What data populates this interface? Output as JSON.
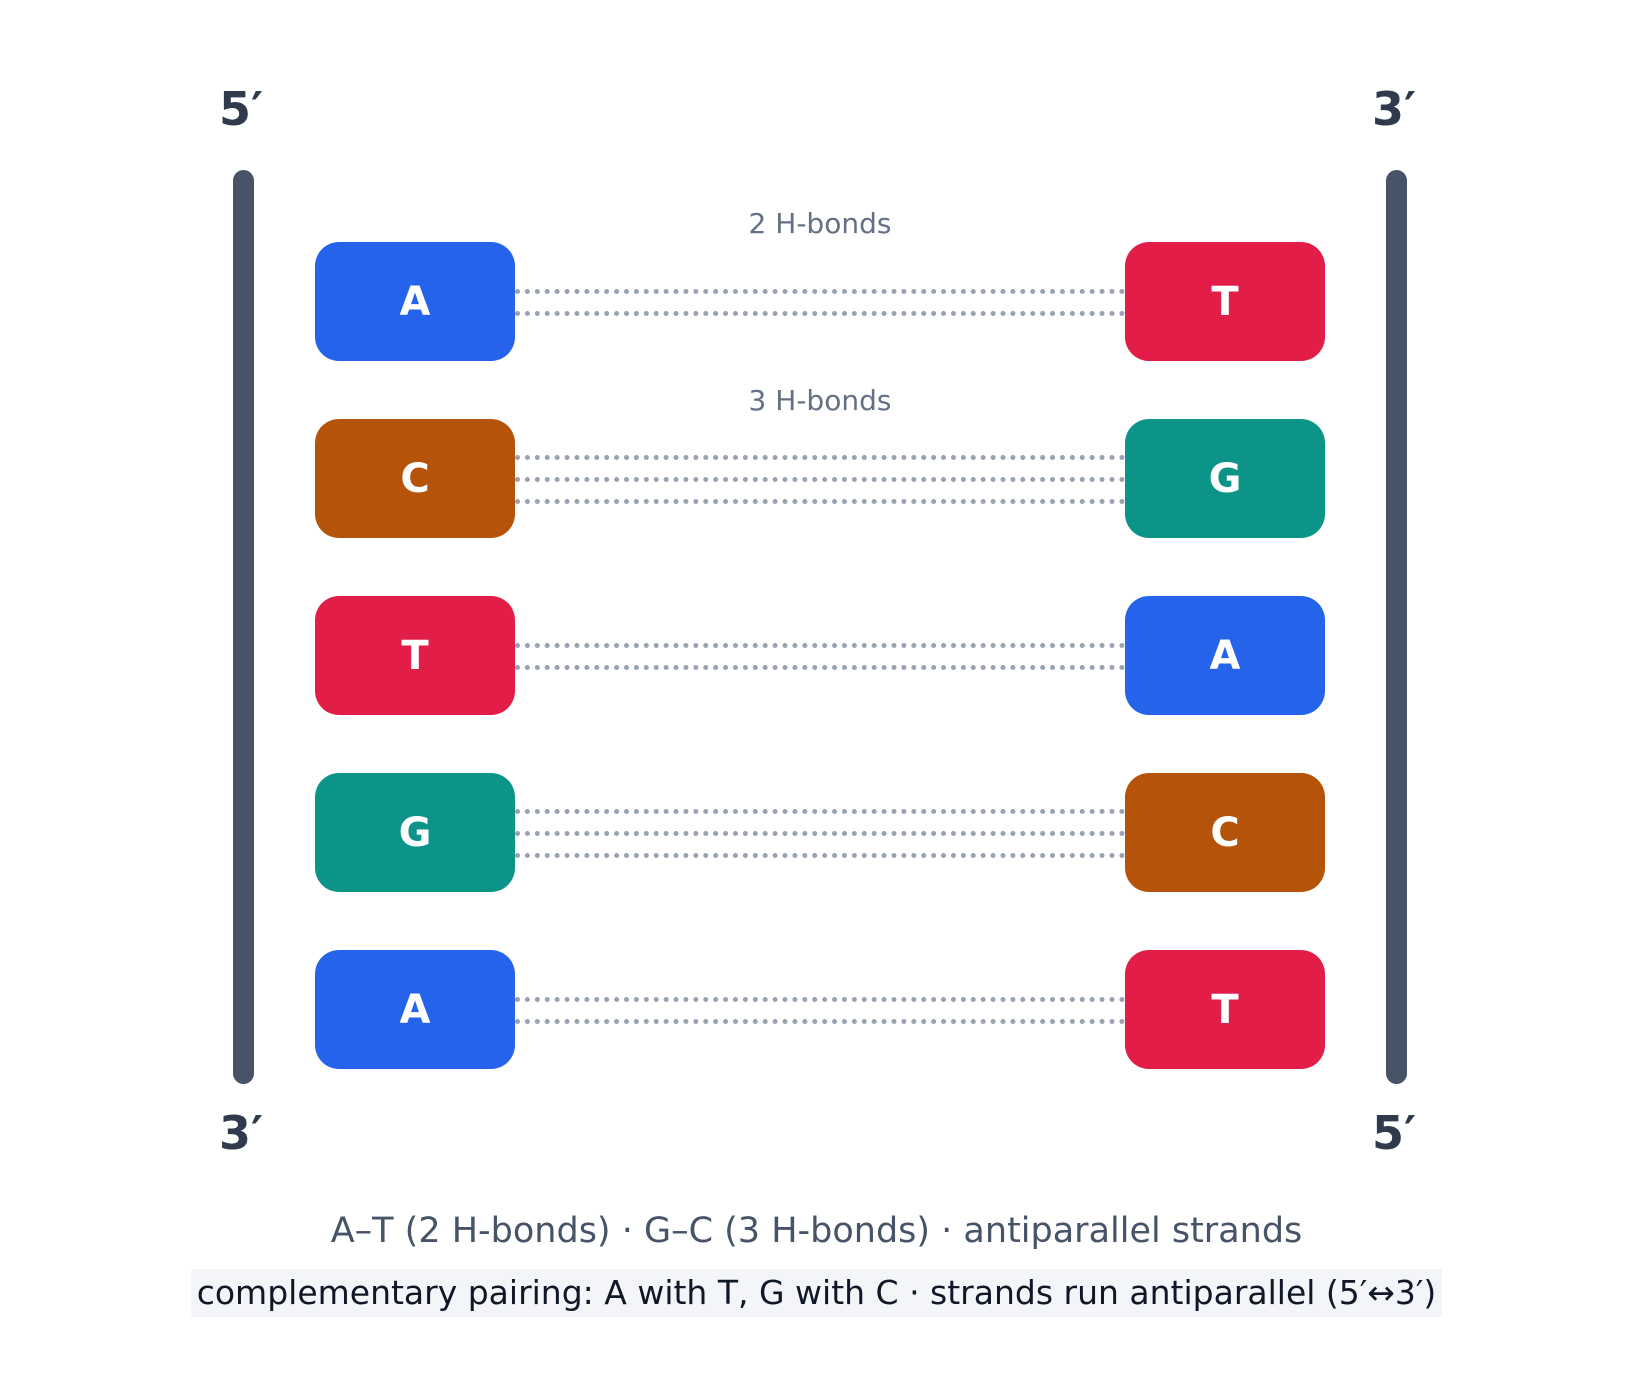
{
  "strand_labels": {
    "left_top": "5′",
    "left_bottom": "3′",
    "right_top": "3′",
    "right_bottom": "5′"
  },
  "bond_captions": {
    "at": "2 H-bonds",
    "gc": "3 H-bonds"
  },
  "pairs": [
    {
      "left": "A",
      "right": "T",
      "bonds": 2
    },
    {
      "left": "C",
      "right": "G",
      "bonds": 3
    },
    {
      "left": "T",
      "right": "A",
      "bonds": 2
    },
    {
      "left": "G",
      "right": "C",
      "bonds": 3
    },
    {
      "left": "A",
      "right": "T",
      "bonds": 2
    }
  ],
  "base_colors": {
    "A": "#2563eb",
    "T": "#e11d48",
    "C": "#b45309",
    "G": "#0d9488"
  },
  "colors": {
    "backbone": "#475467",
    "hbond": "#98a2b3"
  },
  "legend": "A–T (2 H-bonds) · G–C (3 H-bonds) · antiparallel strands",
  "caption": "complementary pairing: A with T, G with C  ·  strands run antiparallel (5′↔3′)"
}
